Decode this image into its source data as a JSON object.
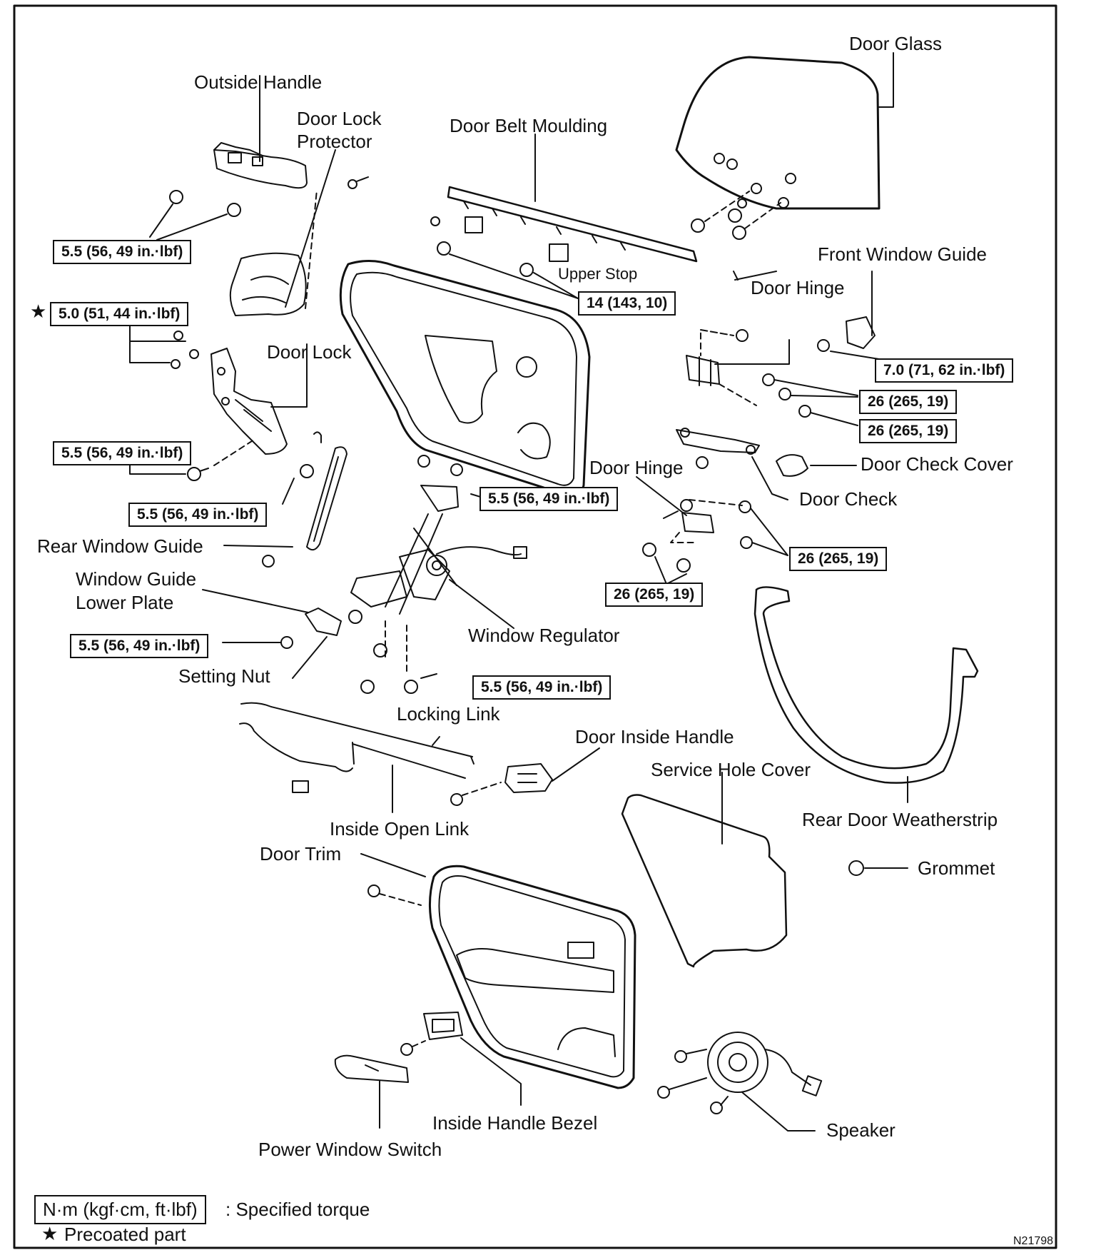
{
  "parts": {
    "door_glass": "Door Glass",
    "outside_handle": "Outside Handle",
    "door_lock_protector_1": "Door Lock",
    "door_lock_protector_2": "Protector",
    "door_belt_moulding": "Door Belt Moulding",
    "front_window_guide": "Front Window Guide",
    "door_hinge_upper": "Door Hinge",
    "upper_stop": "Upper Stop",
    "door_lock": "Door Lock",
    "door_check_cover": "Door Check Cover",
    "door_hinge_lower": "Door Hinge",
    "door_check": "Door Check",
    "rear_window_guide": "Rear Window Guide",
    "window_guide_lower_plate_1": "Window Guide",
    "window_guide_lower_plate_2": "Lower Plate",
    "window_regulator": "Window Regulator",
    "setting_nut": "Setting Nut",
    "locking_link": "Locking Link",
    "door_inside_handle": "Door Inside Handle",
    "service_hole_cover": "Service Hole Cover",
    "rear_door_weatherstrip": "Rear Door Weatherstrip",
    "inside_open_link": "Inside Open Link",
    "door_trim": "Door Trim",
    "grommet": "Grommet",
    "inside_handle_bezel": "Inside Handle Bezel",
    "speaker": "Speaker",
    "power_window_switch": "Power Window Switch"
  },
  "torques": {
    "outside_handle": "5.5 (56, 49 in.·lbf)",
    "precoated": "5.0 (51, 44 in.·lbf)",
    "belt_moulding": "14 (143, 10)",
    "front_window_guide": "7.0 (71, 62 in.·lbf)",
    "hinge_upper_1": "26 (265, 19)",
    "hinge_upper_2": "26 (265, 19)",
    "door_lock": "5.5 (56, 49 in.·lbf)",
    "rear_window_guide": "5.5 (56, 49 in.·lbf)",
    "regulator_upper": "5.5 (56, 49 in.·lbf)",
    "hinge_lower_1": "26 (265, 19)",
    "hinge_lower_2": "26 (265, 19)",
    "lower_plate": "5.5 (56, 49 in.·lbf)",
    "regulator_lower": "5.5 (56, 49 in.·lbf)"
  },
  "legend": {
    "box": "N·m (kgf·cm, ft·lbf)",
    "box_desc": ": Specified torque",
    "star": "★",
    "star_desc": "Precoated part"
  },
  "figure_code": "N21798"
}
